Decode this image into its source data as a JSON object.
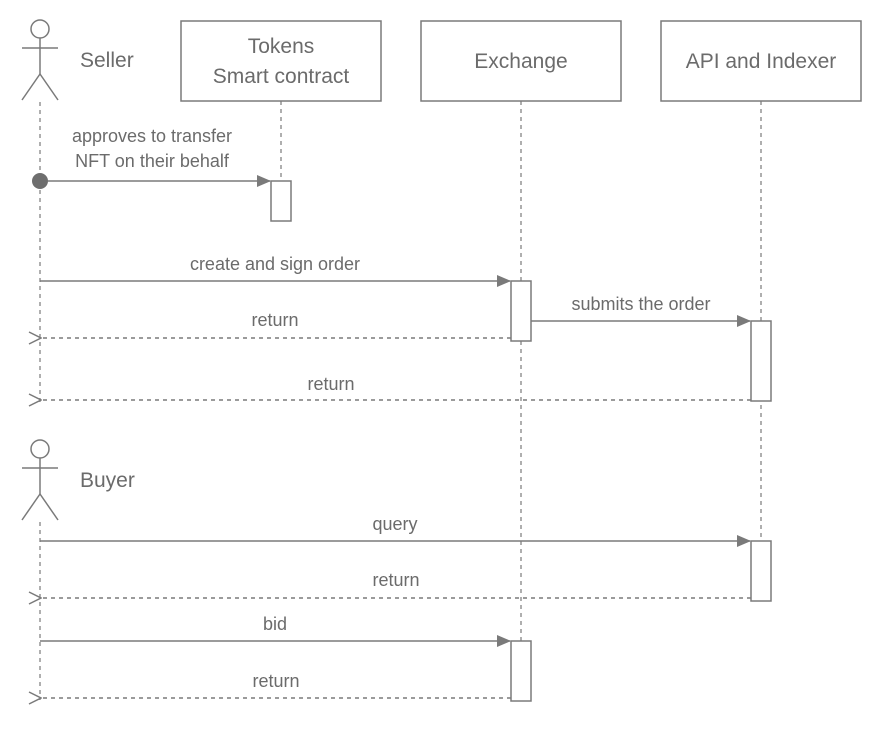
{
  "diagram": {
    "actors": {
      "seller": "Seller",
      "buyer": "Buyer"
    },
    "participants": {
      "tokens": {
        "line1": "Tokens",
        "line2": "Smart contract"
      },
      "exchange": {
        "line1": "Exchange"
      },
      "api": {
        "line1": "API and Indexer"
      }
    },
    "messages": {
      "approve": {
        "line1": "approves to transfer",
        "line2": "NFT on their behalf"
      },
      "create_order": "create and sign order",
      "submit_order": "submits the order",
      "return_exchange_seller": "return",
      "return_api_seller": "return",
      "query": "query",
      "return_api_buyer": "return",
      "bid": "bid",
      "return_exchange_buyer": "return"
    },
    "colors": {
      "stroke": "#7a7a7a",
      "text": "#6b6b6b",
      "background": "#ffffff"
    }
  }
}
